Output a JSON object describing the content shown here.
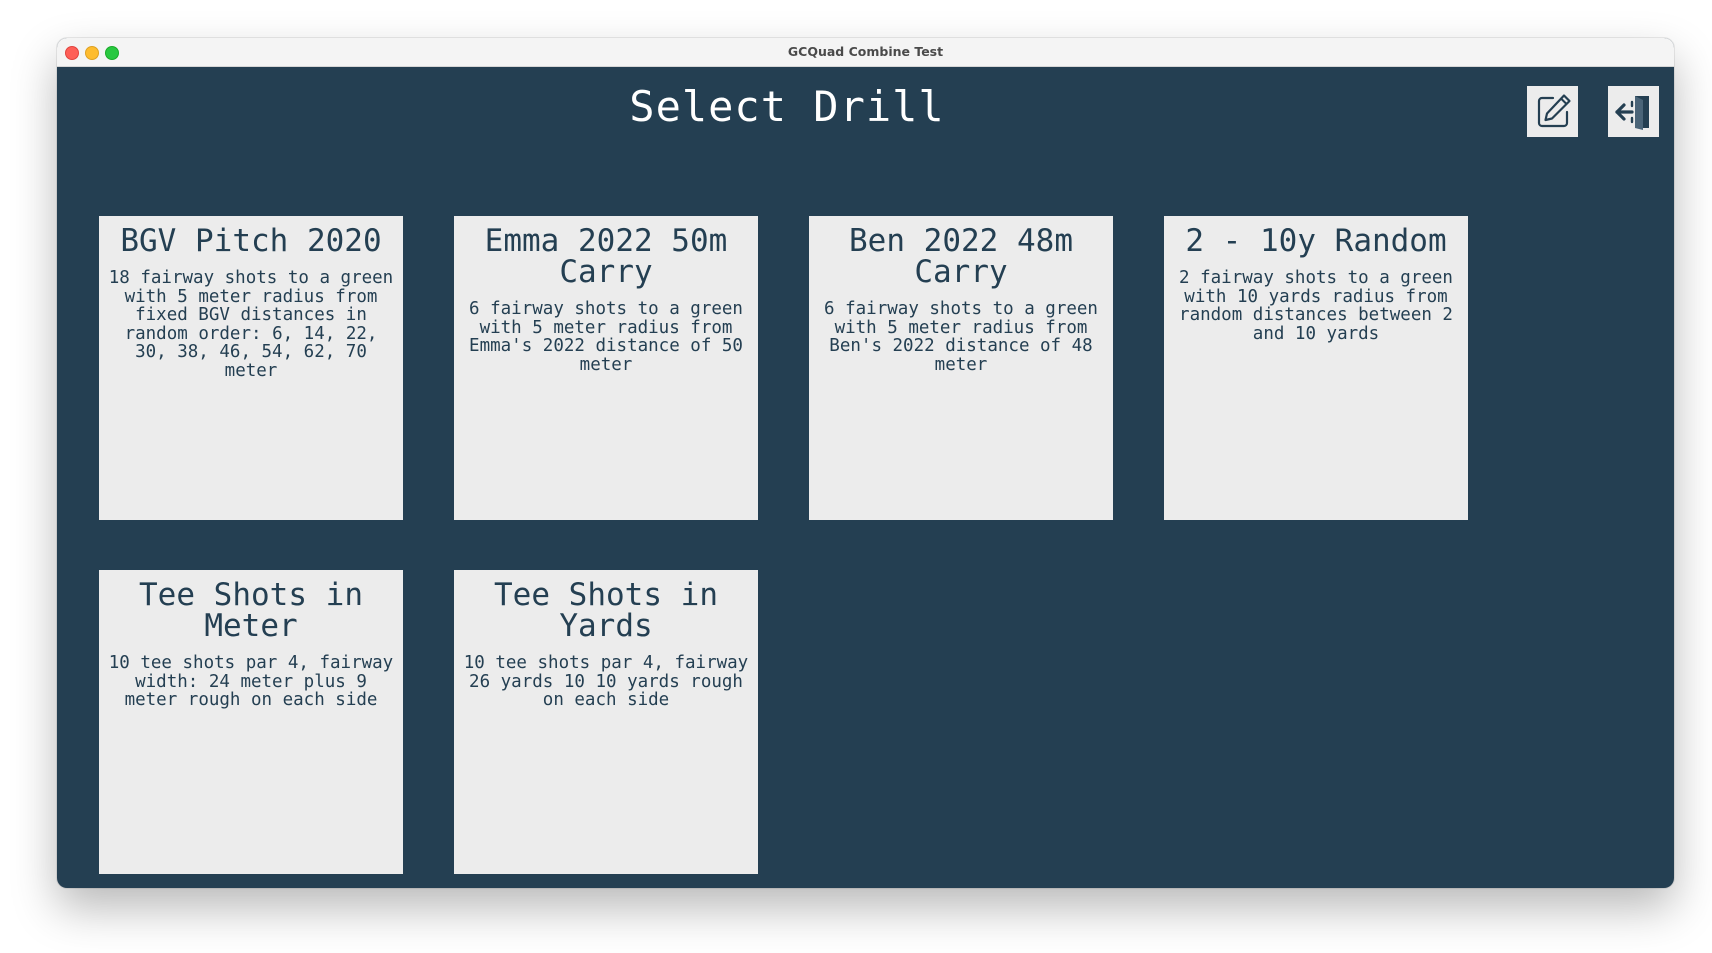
{
  "window": {
    "title": "GCQuad Combine Test"
  },
  "header": {
    "title": "Select Drill"
  },
  "toolbar": {
    "edit_icon": "edit-icon",
    "exit_icon": "exit-icon"
  },
  "drills": [
    {
      "title": "BGV Pitch 2020",
      "description": "18 fairway shots to a green with 5 meter radius from fixed BGV distances in random order: 6, 14, 22, 30, 38, 46, 54, 62, 70 meter"
    },
    {
      "title": "Emma 2022 50m Carry",
      "description": "6 fairway shots to a green with 5 meter radius from Emma's 2022 distance of 50 meter"
    },
    {
      "title": "Ben 2022 48m Carry",
      "description": "6 fairway shots to a green with 5 meter radius from Ben's 2022 distance of 48 meter"
    },
    {
      "title": "2 - 10y Random",
      "description": "2 fairway shots to a green with 10 yards radius from random distances between 2 and 10 yards"
    },
    {
      "title": "Tee Shots in Meter",
      "description": "10 tee shots par 4, fairway width: 24 meter plus 9 meter rough on each side"
    },
    {
      "title": "Tee Shots in Yards",
      "description": "10 tee shots par 4, fairway 26 yards 10 10 yards rough on each side"
    }
  ],
  "colors": {
    "background": "#243f52",
    "card": "#ececec",
    "text": "#243f52"
  }
}
